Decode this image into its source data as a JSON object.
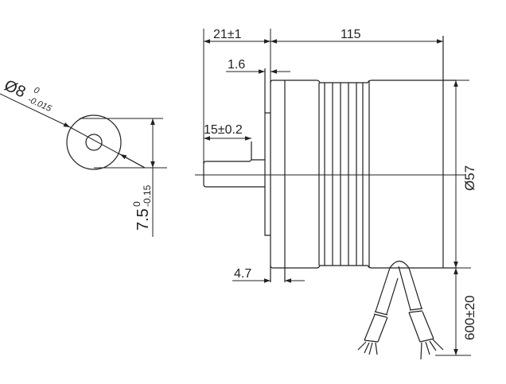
{
  "drawing": {
    "title": "Stepper motor outline drawing",
    "line_color": "#231f20",
    "shaft_section": {
      "diameter_label": "Ø8",
      "diameter_tol_upper": "0",
      "diameter_tol_lower": "-0.015",
      "flat_label": "7.5",
      "flat_tol_upper": "0",
      "flat_tol_lower": "-0.15"
    },
    "dimensions": {
      "shaft_length": "21±1",
      "body_length": "115",
      "flange_thickness": "1.6",
      "flat_length": "15±0.2",
      "pilot_thickness": "4.7",
      "body_diameter": "Ø57",
      "lead_length": "600±20"
    }
  }
}
